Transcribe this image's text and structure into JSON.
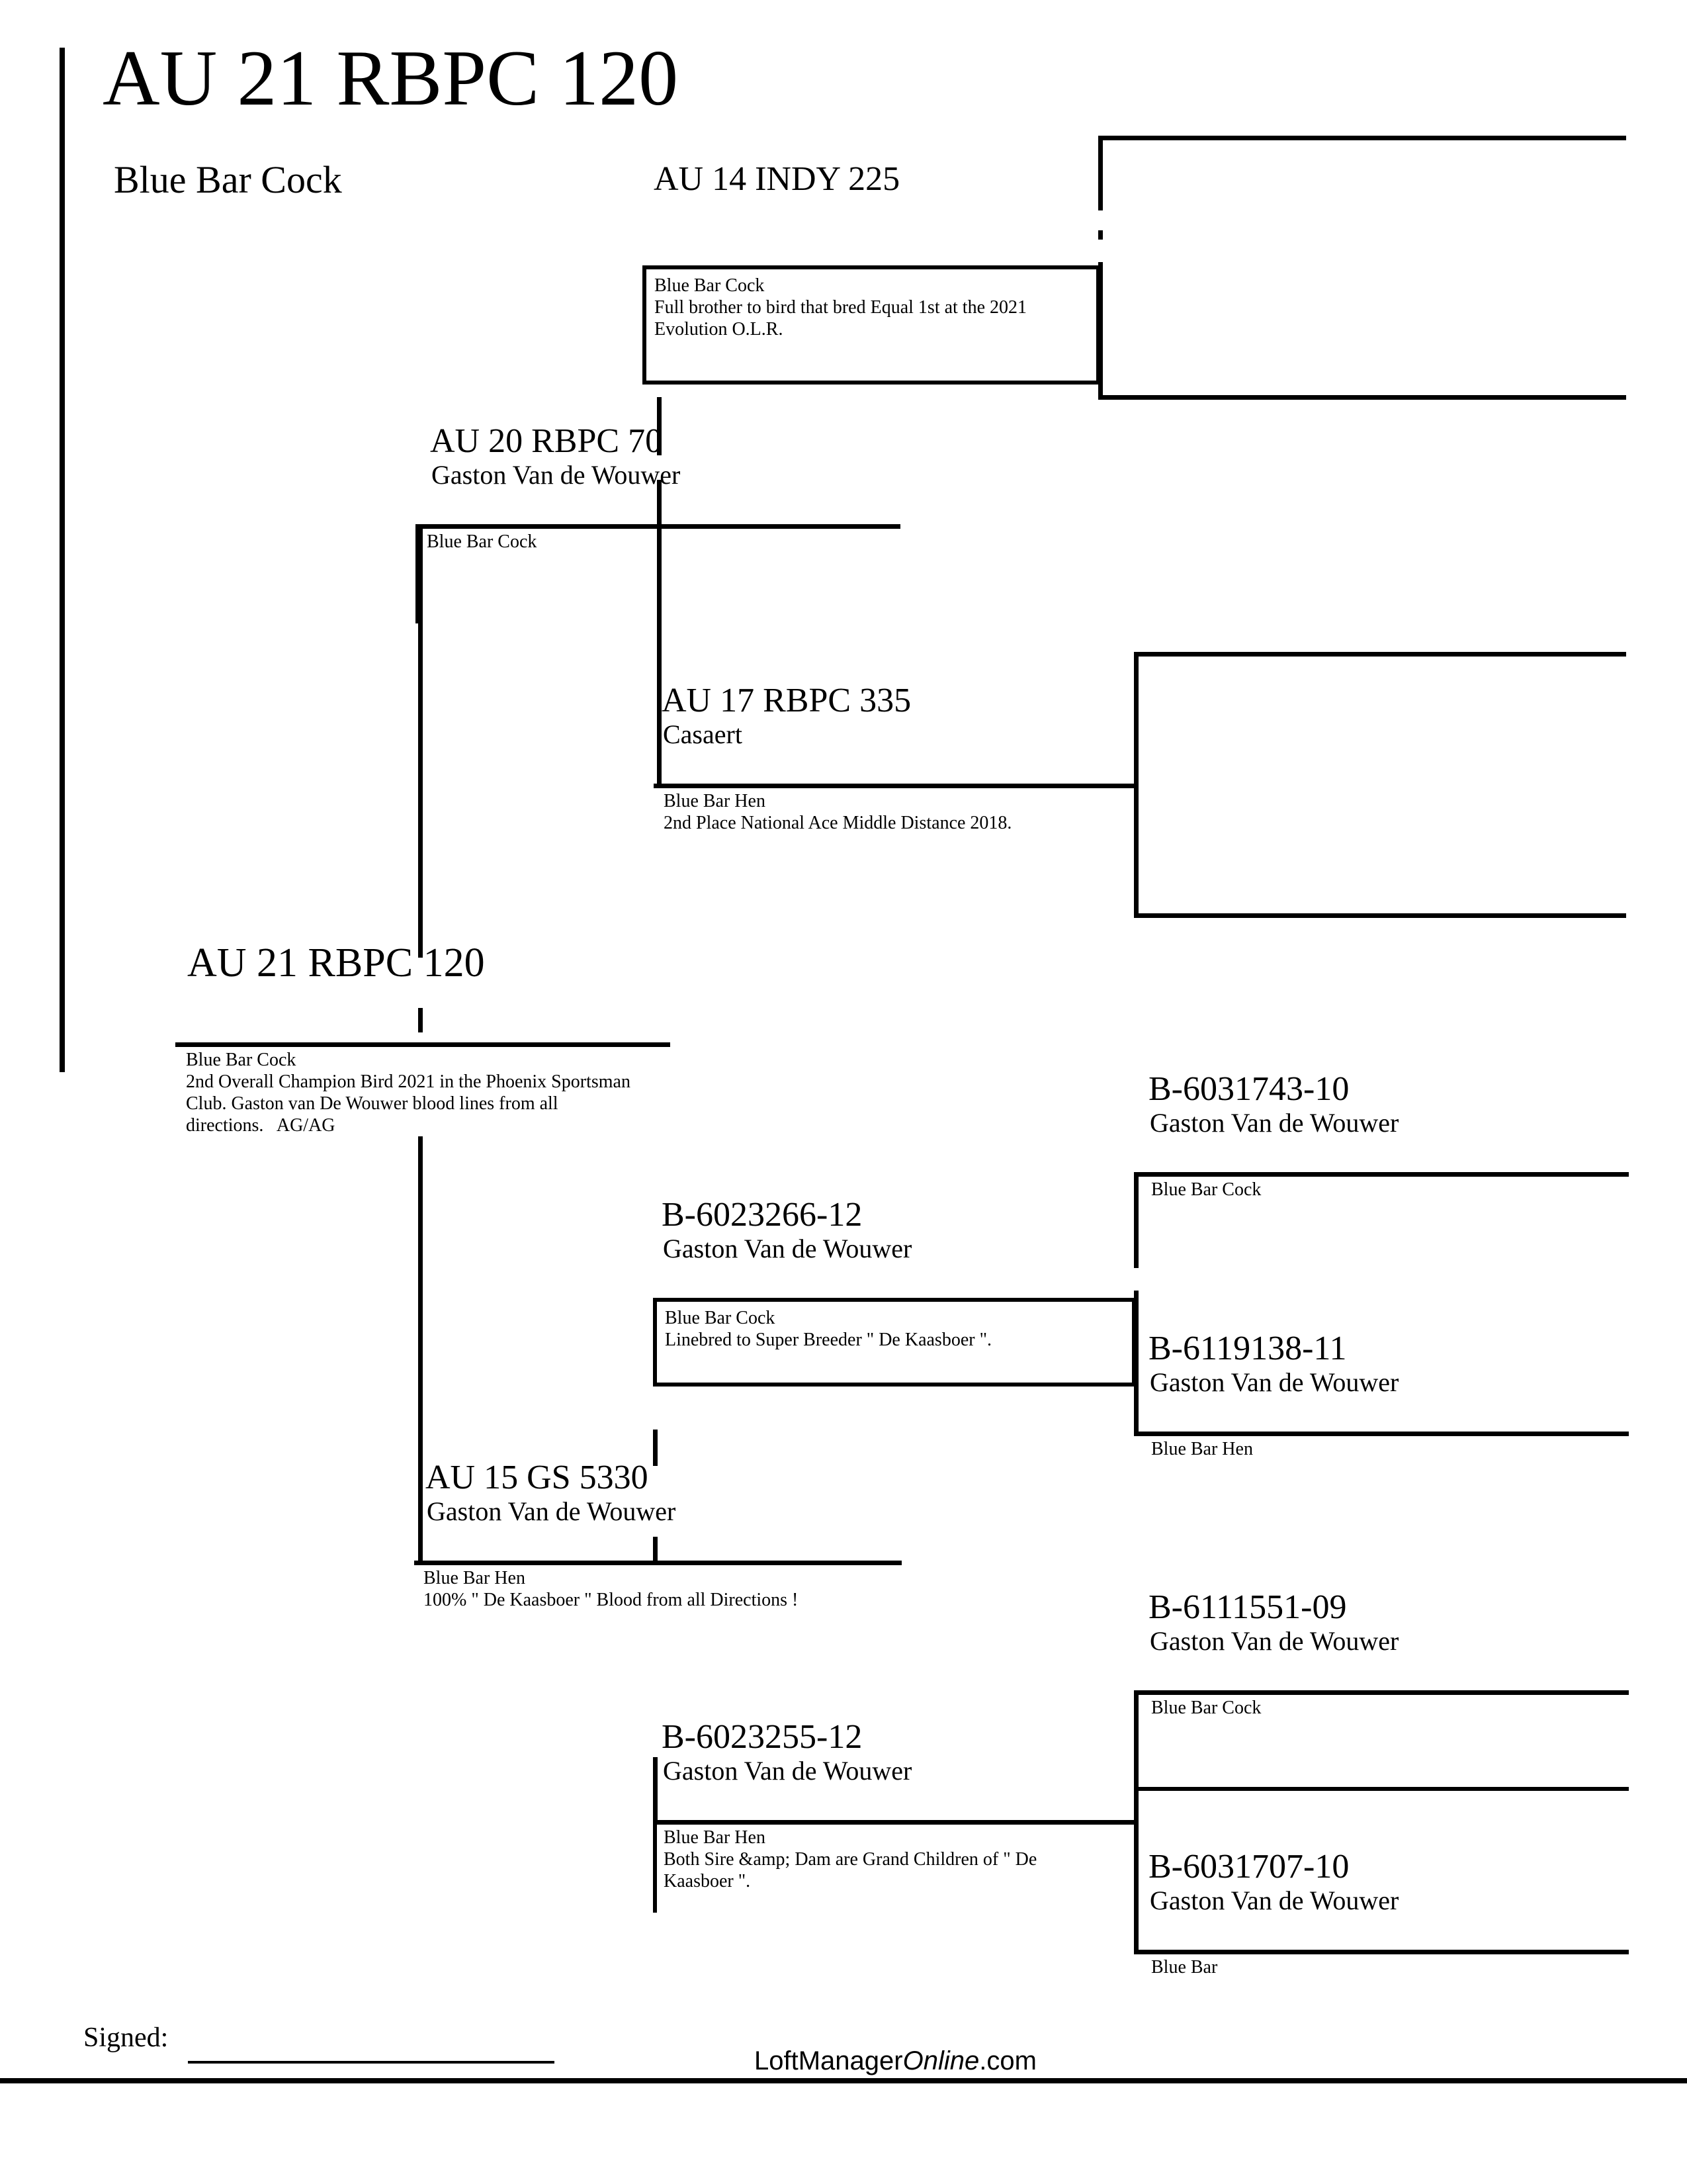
{
  "page": {
    "title": "AU 21 RBPC 120",
    "subtitle": "Blue Bar Cock"
  },
  "pedigree": {
    "subject": {
      "name": "AU 21 RBPC 120",
      "desc": [
        "Blue Bar Cock",
        "2nd Overall Champion Bird 2021 in the Phoenix Sportsman",
        "Club. Gaston van De Wouwer blood lines from all",
        "directions.   AG/AG"
      ]
    },
    "sire": {
      "name": "AU 20 RBPC 70",
      "breeder": "Gaston Van de Wouwer",
      "desc": [
        "Blue Bar Cock"
      ]
    },
    "dam": {
      "name": "AU 15 GS 5330",
      "breeder": "Gaston Van de Wouwer",
      "desc": [
        "Blue Bar Hen",
        "100% \" De Kaasboer \" Blood from all Directions !"
      ]
    },
    "sire_sire": {
      "name": "AU 14 INDY 225",
      "desc": [
        "Blue Bar Cock",
        "Full brother to bird that bred Equal 1st at the 2021",
        "Evolution O.L.R."
      ]
    },
    "sire_dam": {
      "name": "AU 17 RBPC 335",
      "breeder": "Casaert",
      "desc": [
        "Blue Bar Hen",
        "2nd Place National Ace Middle Distance 2018."
      ]
    },
    "dam_sire": {
      "name": "B-6023266-12",
      "breeder": "Gaston Van de Wouwer",
      "desc": [
        "Blue Bar Cock",
        "Linebred to Super Breeder \" De Kaasboer \"."
      ]
    },
    "dam_dam": {
      "name": "B-6023255-12",
      "breeder": "Gaston Van de Wouwer",
      "desc": [
        "Blue Bar Hen",
        "Both Sire &amp; Dam are Grand Children of \" De",
        "Kaasboer \"."
      ]
    },
    "dam_sire_sire": {
      "name": "B-6031743-10",
      "breeder": "Gaston Van de Wouwer",
      "desc": [
        "Blue Bar Cock"
      ]
    },
    "dam_sire_dam": {
      "name": "B-6119138-11",
      "breeder": "Gaston Van de Wouwer",
      "desc": [
        "Blue Bar Hen"
      ]
    },
    "dam_dam_sire": {
      "name": "B-6111551-09",
      "breeder": "Gaston Van de Wouwer",
      "desc": [
        "Blue Bar Cock"
      ]
    },
    "dam_dam_dam": {
      "name": "B-6031707-10",
      "breeder": "Gaston Van de Wouwer",
      "desc": [
        "Blue Bar"
      ]
    }
  },
  "footer": {
    "signed_label": "Signed:",
    "logo_prefix": "LoftManager",
    "logo_italic": "Online",
    "logo_suffix": ".com"
  },
  "colors": {
    "ink": "#000000",
    "paper": "#ffffff"
  }
}
